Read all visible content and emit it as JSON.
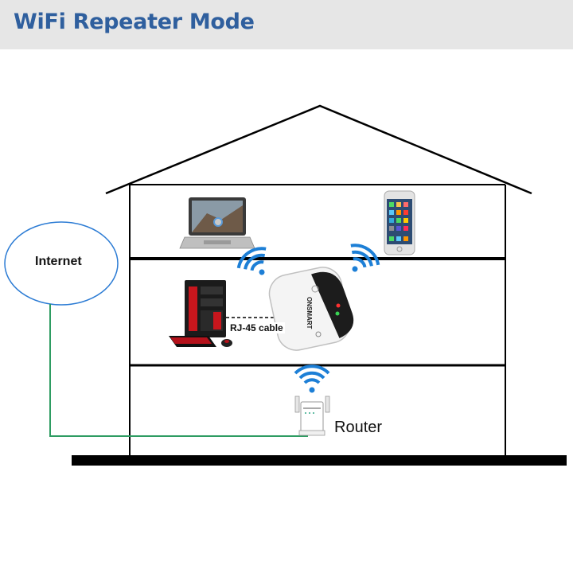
{
  "header": {
    "title": "WiFi Repeater Mode"
  },
  "labels": {
    "internet": "Internet",
    "cable": "RJ-45 cable",
    "router": "Router",
    "device_brand": "ONSMART"
  },
  "colors": {
    "title": "#2f5f9e",
    "header_bg": "#e6e6e6",
    "wifi_blue": "#1d7fd6",
    "internet_cable": "#2e9c62",
    "internet_circle": "#2b7bd4",
    "house_line": "#000000"
  },
  "icons": [
    "laptop-icon",
    "smartphone-icon",
    "desktop-pc-icon",
    "wifi-repeater-icon",
    "router-icon",
    "wifi-signal-icon"
  ]
}
